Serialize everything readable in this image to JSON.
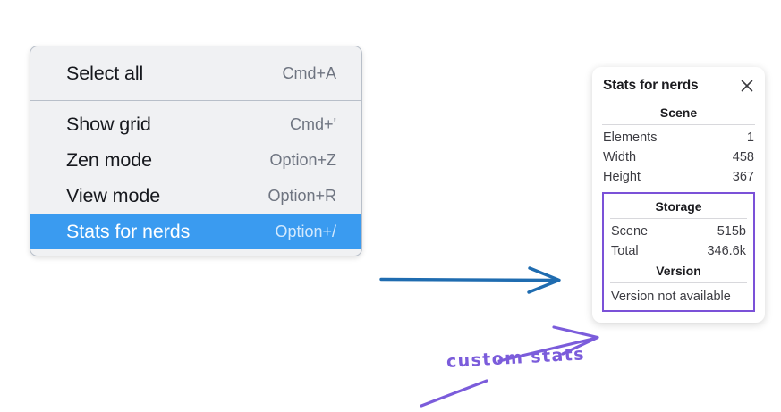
{
  "menu": {
    "groups": [
      {
        "items": [
          {
            "label": "Select all",
            "shortcut": "Cmd+A",
            "selected": false
          }
        ]
      },
      {
        "items": [
          {
            "label": "Show grid",
            "shortcut": "Cmd+'",
            "selected": false
          },
          {
            "label": "Zen mode",
            "shortcut": "Option+Z",
            "selected": false
          },
          {
            "label": "View mode",
            "shortcut": "Option+R",
            "selected": false
          },
          {
            "label": "Stats for nerds",
            "shortcut": "Option+/",
            "selected": true
          }
        ]
      }
    ],
    "highlight_color": "#3a9bf0"
  },
  "stats_panel": {
    "title": "Stats for nerds",
    "close_icon": "close-icon",
    "scene": {
      "heading": "Scene",
      "rows": [
        {
          "label": "Elements",
          "value": "1"
        },
        {
          "label": "Width",
          "value": "458"
        },
        {
          "label": "Height",
          "value": "367"
        }
      ]
    },
    "storage": {
      "heading": "Storage",
      "rows": [
        {
          "label": "Scene",
          "value": "515b"
        },
        {
          "label": "Total",
          "value": "346.6k"
        }
      ]
    },
    "version": {
      "heading": "Version",
      "text": "Version not available"
    },
    "custom_border_color": "#7b51d8"
  },
  "annotations": {
    "arrow_blue_color": "#1f6cb0",
    "arrow_purple_color": "#7b5cdb",
    "custom_stats_label": "custom stats"
  }
}
